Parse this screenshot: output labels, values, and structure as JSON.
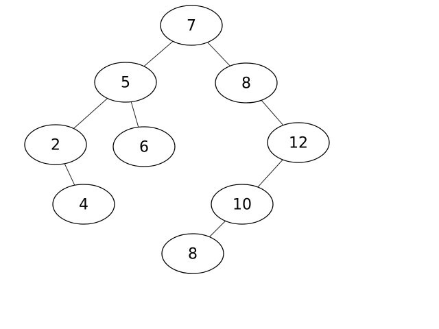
{
  "tree": {
    "nodes": [
      {
        "id": "n7",
        "value": "7"
      },
      {
        "id": "n5",
        "value": "5"
      },
      {
        "id": "n8a",
        "value": "8"
      },
      {
        "id": "n2",
        "value": "2"
      },
      {
        "id": "n6",
        "value": "6"
      },
      {
        "id": "n12",
        "value": "12"
      },
      {
        "id": "n4",
        "value": "4"
      },
      {
        "id": "n10",
        "value": "10"
      },
      {
        "id": "n8b",
        "value": "8"
      }
    ],
    "edges": [
      {
        "from": "n7",
        "to": "n5"
      },
      {
        "from": "n7",
        "to": "n8a"
      },
      {
        "from": "n5",
        "to": "n2"
      },
      {
        "from": "n5",
        "to": "n6"
      },
      {
        "from": "n8a",
        "to": "n12"
      },
      {
        "from": "n2",
        "to": "n4"
      },
      {
        "from": "n12",
        "to": "n10"
      },
      {
        "from": "n10",
        "to": "n8b"
      }
    ]
  },
  "colors": {
    "background": "#ffffff",
    "node_stroke": "#000000",
    "edge_stroke": "#222222",
    "text": "#000000"
  }
}
